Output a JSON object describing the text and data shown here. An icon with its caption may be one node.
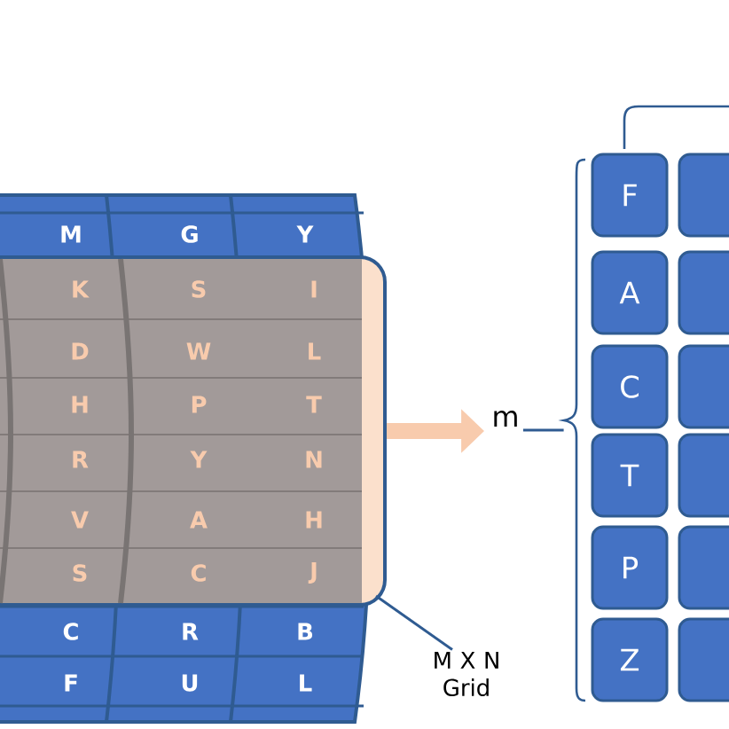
{
  "diagram": {
    "nodes": [
      {
        "text": [],
        "shape": "box"
      },
      {
        "text": [
          "m"
        ]
      },
      {
        "text": [
          "M X N Grid"
        ]
      },
      {
        "text": [
          "F"
        ]
      },
      {
        "text": [
          "A"
        ]
      },
      {
        "text": [
          "C"
        ]
      },
      {
        "text": [
          "T"
        ]
      },
      {
        "text": [
          "P"
        ]
      },
      {
        "text": [
          "Z"
        ]
      },
      {
        "text": [],
        "shape": "box"
      },
      {
        "text": [],
        "shape": "box"
      },
      {
        "text": [],
        "shape": "box"
      },
      {
        "text": [],
        "shape": "box"
      },
      {
        "text": [],
        "shape": "box"
      },
      {
        "text": [],
        "shape": "box"
      },
      {
        "text": [],
        "shape": "bracket"
      }
    ],
    "edges": [
      {
        "from": 0,
        "to": 1,
        "arrow": "to",
        "style": "thick",
        "color": "#f8cbad"
      },
      {
        "from": 2,
        "to": 0,
        "arrow": "none",
        "color": "#2f5b91"
      },
      {
        "from": 1,
        "to": 15,
        "arrow": "none",
        "color": "#2f5b91"
      }
    ],
    "labels": [
      "M",
      "G",
      "Y",
      "K",
      "S",
      "I",
      "D",
      "W",
      "L",
      "H",
      "P",
      "T",
      "R",
      "Y",
      "N",
      "V",
      "A",
      "H",
      "S",
      "C",
      "J",
      "C",
      "R",
      "B",
      "F",
      "U",
      "L"
    ]
  }
}
